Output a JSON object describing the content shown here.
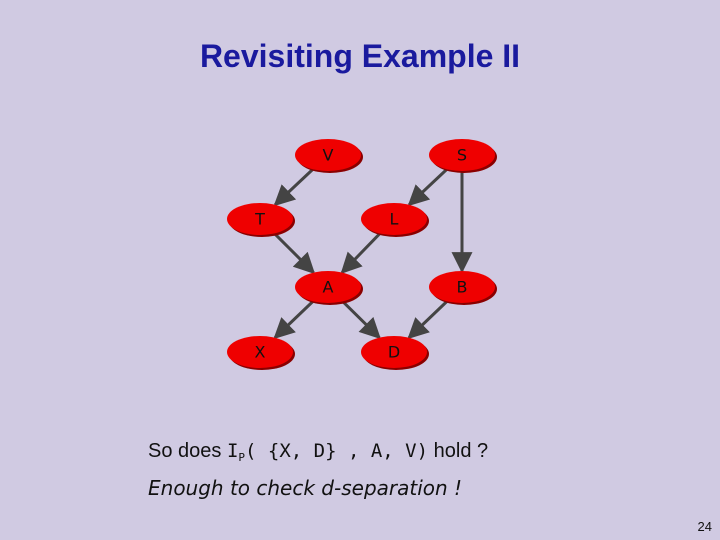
{
  "slide": {
    "title": "Revisiting Example II",
    "page_number": "24"
  },
  "graph": {
    "nodes": [
      {
        "id": "V",
        "label": "V"
      },
      {
        "id": "S",
        "label": "S"
      },
      {
        "id": "T",
        "label": "T"
      },
      {
        "id": "L",
        "label": "L"
      },
      {
        "id": "A",
        "label": "A"
      },
      {
        "id": "B",
        "label": "B"
      },
      {
        "id": "X",
        "label": "X"
      },
      {
        "id": "D",
        "label": "D"
      }
    ],
    "edges": [
      {
        "from": "V",
        "to": "T"
      },
      {
        "from": "S",
        "to": "L"
      },
      {
        "from": "S",
        "to": "B"
      },
      {
        "from": "T",
        "to": "A"
      },
      {
        "from": "L",
        "to": "A"
      },
      {
        "from": "A",
        "to": "X"
      },
      {
        "from": "A",
        "to": "D"
      },
      {
        "from": "B",
        "to": "D"
      }
    ],
    "colors": {
      "node_fill": "#ef0000",
      "edge": "#444444",
      "background": "#d0cae2",
      "title": "#1a1a9e"
    }
  },
  "text": {
    "question_prefix": "So does",
    "question_I": "I",
    "question_sub": "P",
    "question_args": "( {X, D} , A, V)",
    "question_suffix": "hold ?",
    "hint": "Enough to check d-separation !"
  }
}
